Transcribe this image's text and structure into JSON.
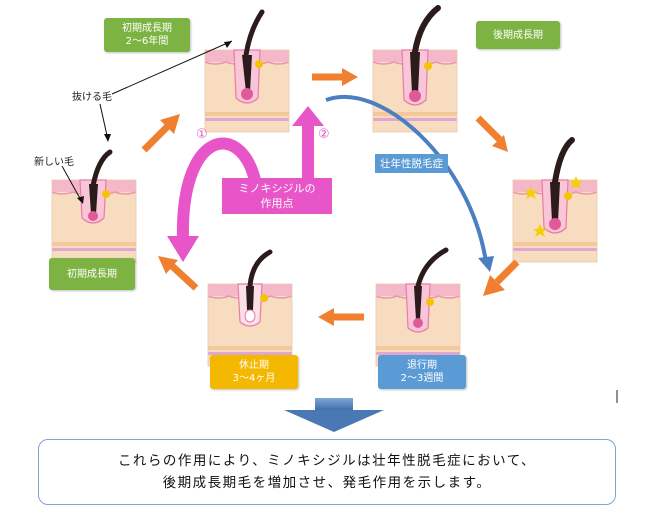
{
  "stages": {
    "early_growth_top": {
      "line1": "初期成長期",
      "line2": "2～6年間"
    },
    "late_growth": {
      "line1": "後期成長期"
    },
    "early_growth_left": {
      "line1": "初期成長期"
    },
    "resting": {
      "line1": "休止期",
      "line2": "3～4ヶ月"
    },
    "regression": {
      "line1": "退行期",
      "line2": "2～3週間"
    }
  },
  "labels": {
    "falling_hair": "抜ける毛",
    "new_hair": "新しい毛",
    "circle_1": "①",
    "circle_2": "②",
    "aga": "壮年性脱毛症"
  },
  "minoxidil_box": {
    "line1": "ミノキシジルの",
    "line2": "作用点"
  },
  "summary": {
    "line1": "これらの作用により、ミノキシジルは壮年性脱毛症において、",
    "line2": "後期成長期毛を増加させ、発毛作用を示します。"
  },
  "colors": {
    "green": "#7cb342",
    "orange": "#f5b800",
    "blue": "#5b9bd5",
    "magenta": "#e855c8",
    "arrow_orange": "#f08030",
    "skin": "#f8dcc0",
    "epidermis": "#f4b8c8"
  }
}
